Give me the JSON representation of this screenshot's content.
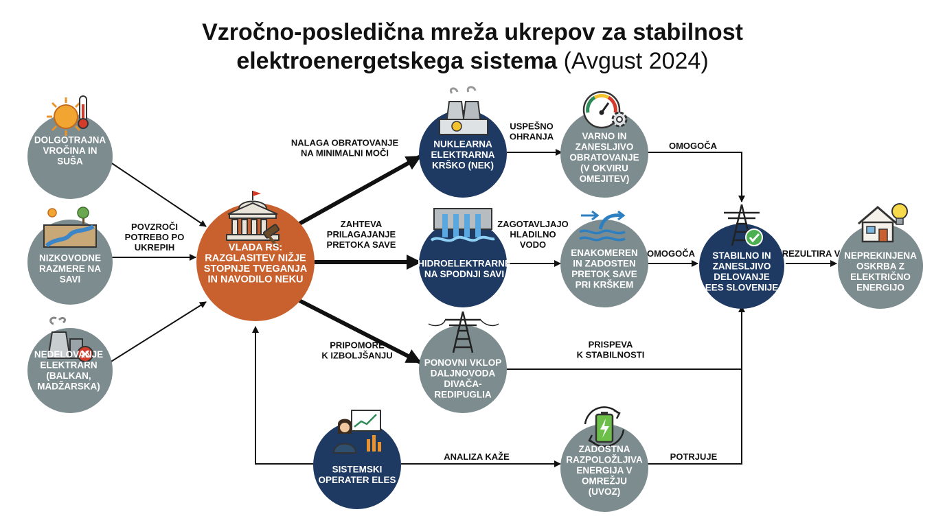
{
  "title": {
    "line1": "Vzročno-posledična mreža ukrepov za stabilnost",
    "line2_bold": "elektroenergetskega sistema",
    "line2_light": "(Avgust 2024)"
  },
  "colors": {
    "gray": "#7d8c8f",
    "navy": "#1e3a63",
    "orange": "#c9612e",
    "line": "#111111"
  },
  "nodes": {
    "heat": {
      "lines": [
        "DOLGOTRAJNA",
        "VROČINA IN",
        "SUŠA"
      ],
      "color": "gray",
      "icon": "sun-thermometer-icon"
    },
    "lowwater": {
      "lines": [
        "NIZKOVODNE",
        "RAZMERE NA",
        "SAVI"
      ],
      "color": "gray",
      "icon": "river-icon"
    },
    "balkan": {
      "lines": [
        "NEDELOVANJE",
        "ELEKTRARN",
        "(BALKAN,",
        "MADŽARSKA)"
      ],
      "color": "gray",
      "icon": "power-plant-offline-icon"
    },
    "gov": {
      "lines": [
        "VLADA RS:",
        "RAZGLASITEV NIŽJE",
        "STOPNJE TVEGANJA",
        "IN NAVODILO NEKU"
      ],
      "color": "orange",
      "icon": "government-gavel-icon"
    },
    "nek": {
      "lines": [
        "NUKLEARNA",
        "ELEKTRARNA",
        "KRŠKO (NEK)"
      ],
      "color": "navy",
      "icon": "nuclear-plant-icon"
    },
    "hydro": {
      "lines": [
        "HIDROELEKTRARNE",
        "NA SPODNJI SAVI"
      ],
      "color": "navy",
      "icon": "dam-icon"
    },
    "line": {
      "lines": [
        "PONOVNI VKLOP",
        "DALJNOVODA",
        "DIVAČA-",
        "REDIPUGLIA"
      ],
      "color": "gray",
      "icon": "transmission-tower-icon"
    },
    "eles": {
      "lines": [
        "SISTEMSKI",
        "OPERATER ELES"
      ],
      "color": "navy",
      "icon": "operator-chart-icon"
    },
    "safe": {
      "lines": [
        "VARNO IN",
        "ZANESLJIVO",
        "OBRATOVANJE",
        "(V OKVIRU",
        "OMEJITEV)"
      ],
      "color": "gray",
      "icon": "gauge-gear-icon"
    },
    "flow": {
      "lines": [
        "ENAKOMEREN",
        "IN ZADOSTEN",
        "PRETOK SAVE",
        "PRI KRŠKEM"
      ],
      "color": "gray",
      "icon": "water-flow-icon"
    },
    "energy": {
      "lines": [
        "ZADOSTNA",
        "RAZPOLOŽLJIVA",
        "ENERGIJA V",
        "OMREŽJU",
        "(UVOZ)"
      ],
      "color": "gray",
      "icon": "battery-cycle-icon"
    },
    "stable": {
      "lines": [
        "STABILNO IN",
        "ZANESLJIVO",
        "DELOVANJE",
        "EES SLOVENIJE"
      ],
      "color": "navy",
      "icon": "tower-check-icon"
    },
    "supply": {
      "lines": [
        "NEPREKINJENA",
        "OSKRBA Z",
        "ELEKTRIČNO",
        "ENERGIJO"
      ],
      "color": "gray",
      "icon": "house-bulb-icon"
    }
  },
  "edges": {
    "e_heat_gov": {
      "label": []
    },
    "e_low_gov": {
      "label": [
        "POVZROČI",
        "POTREBO PO",
        "UKREPIH"
      ]
    },
    "e_bal_gov": {
      "label": []
    },
    "e_gov_nek": {
      "label": [
        "NALAGA OBRATOVANJE",
        "NA MINIMALNI MOČI"
      ]
    },
    "e_gov_hydro": {
      "label": [
        "ZAHTEVA",
        "PRILAGAJANJE",
        "PRETOKA SAVE"
      ]
    },
    "e_gov_line": {
      "label": [
        "PRIPOMORE",
        "K IZBOLJŠANJU"
      ]
    },
    "e_nek_safe": {
      "label": [
        "USPEŠNO",
        "OHRANJA"
      ]
    },
    "e_hydro_flow": {
      "label": [
        "ZAGOTAVLJAJO",
        "HLADILNO",
        "VODO"
      ]
    },
    "e_safe_stab": {
      "label": [
        "OMOGOČA"
      ]
    },
    "e_flow_stab": {
      "label": [
        "OMOGOČA"
      ]
    },
    "e_line_stab": {
      "label": [
        "PRISPEVA",
        "K STABILNOSTI"
      ]
    },
    "e_eles_gov": {
      "label": []
    },
    "e_eles_en": {
      "label": [
        "ANALIZA KAŽE"
      ]
    },
    "e_en_stab": {
      "label": [
        "POTRJUJE"
      ]
    },
    "e_stab_sup": {
      "label": [
        "REZULTIRA V"
      ]
    }
  }
}
